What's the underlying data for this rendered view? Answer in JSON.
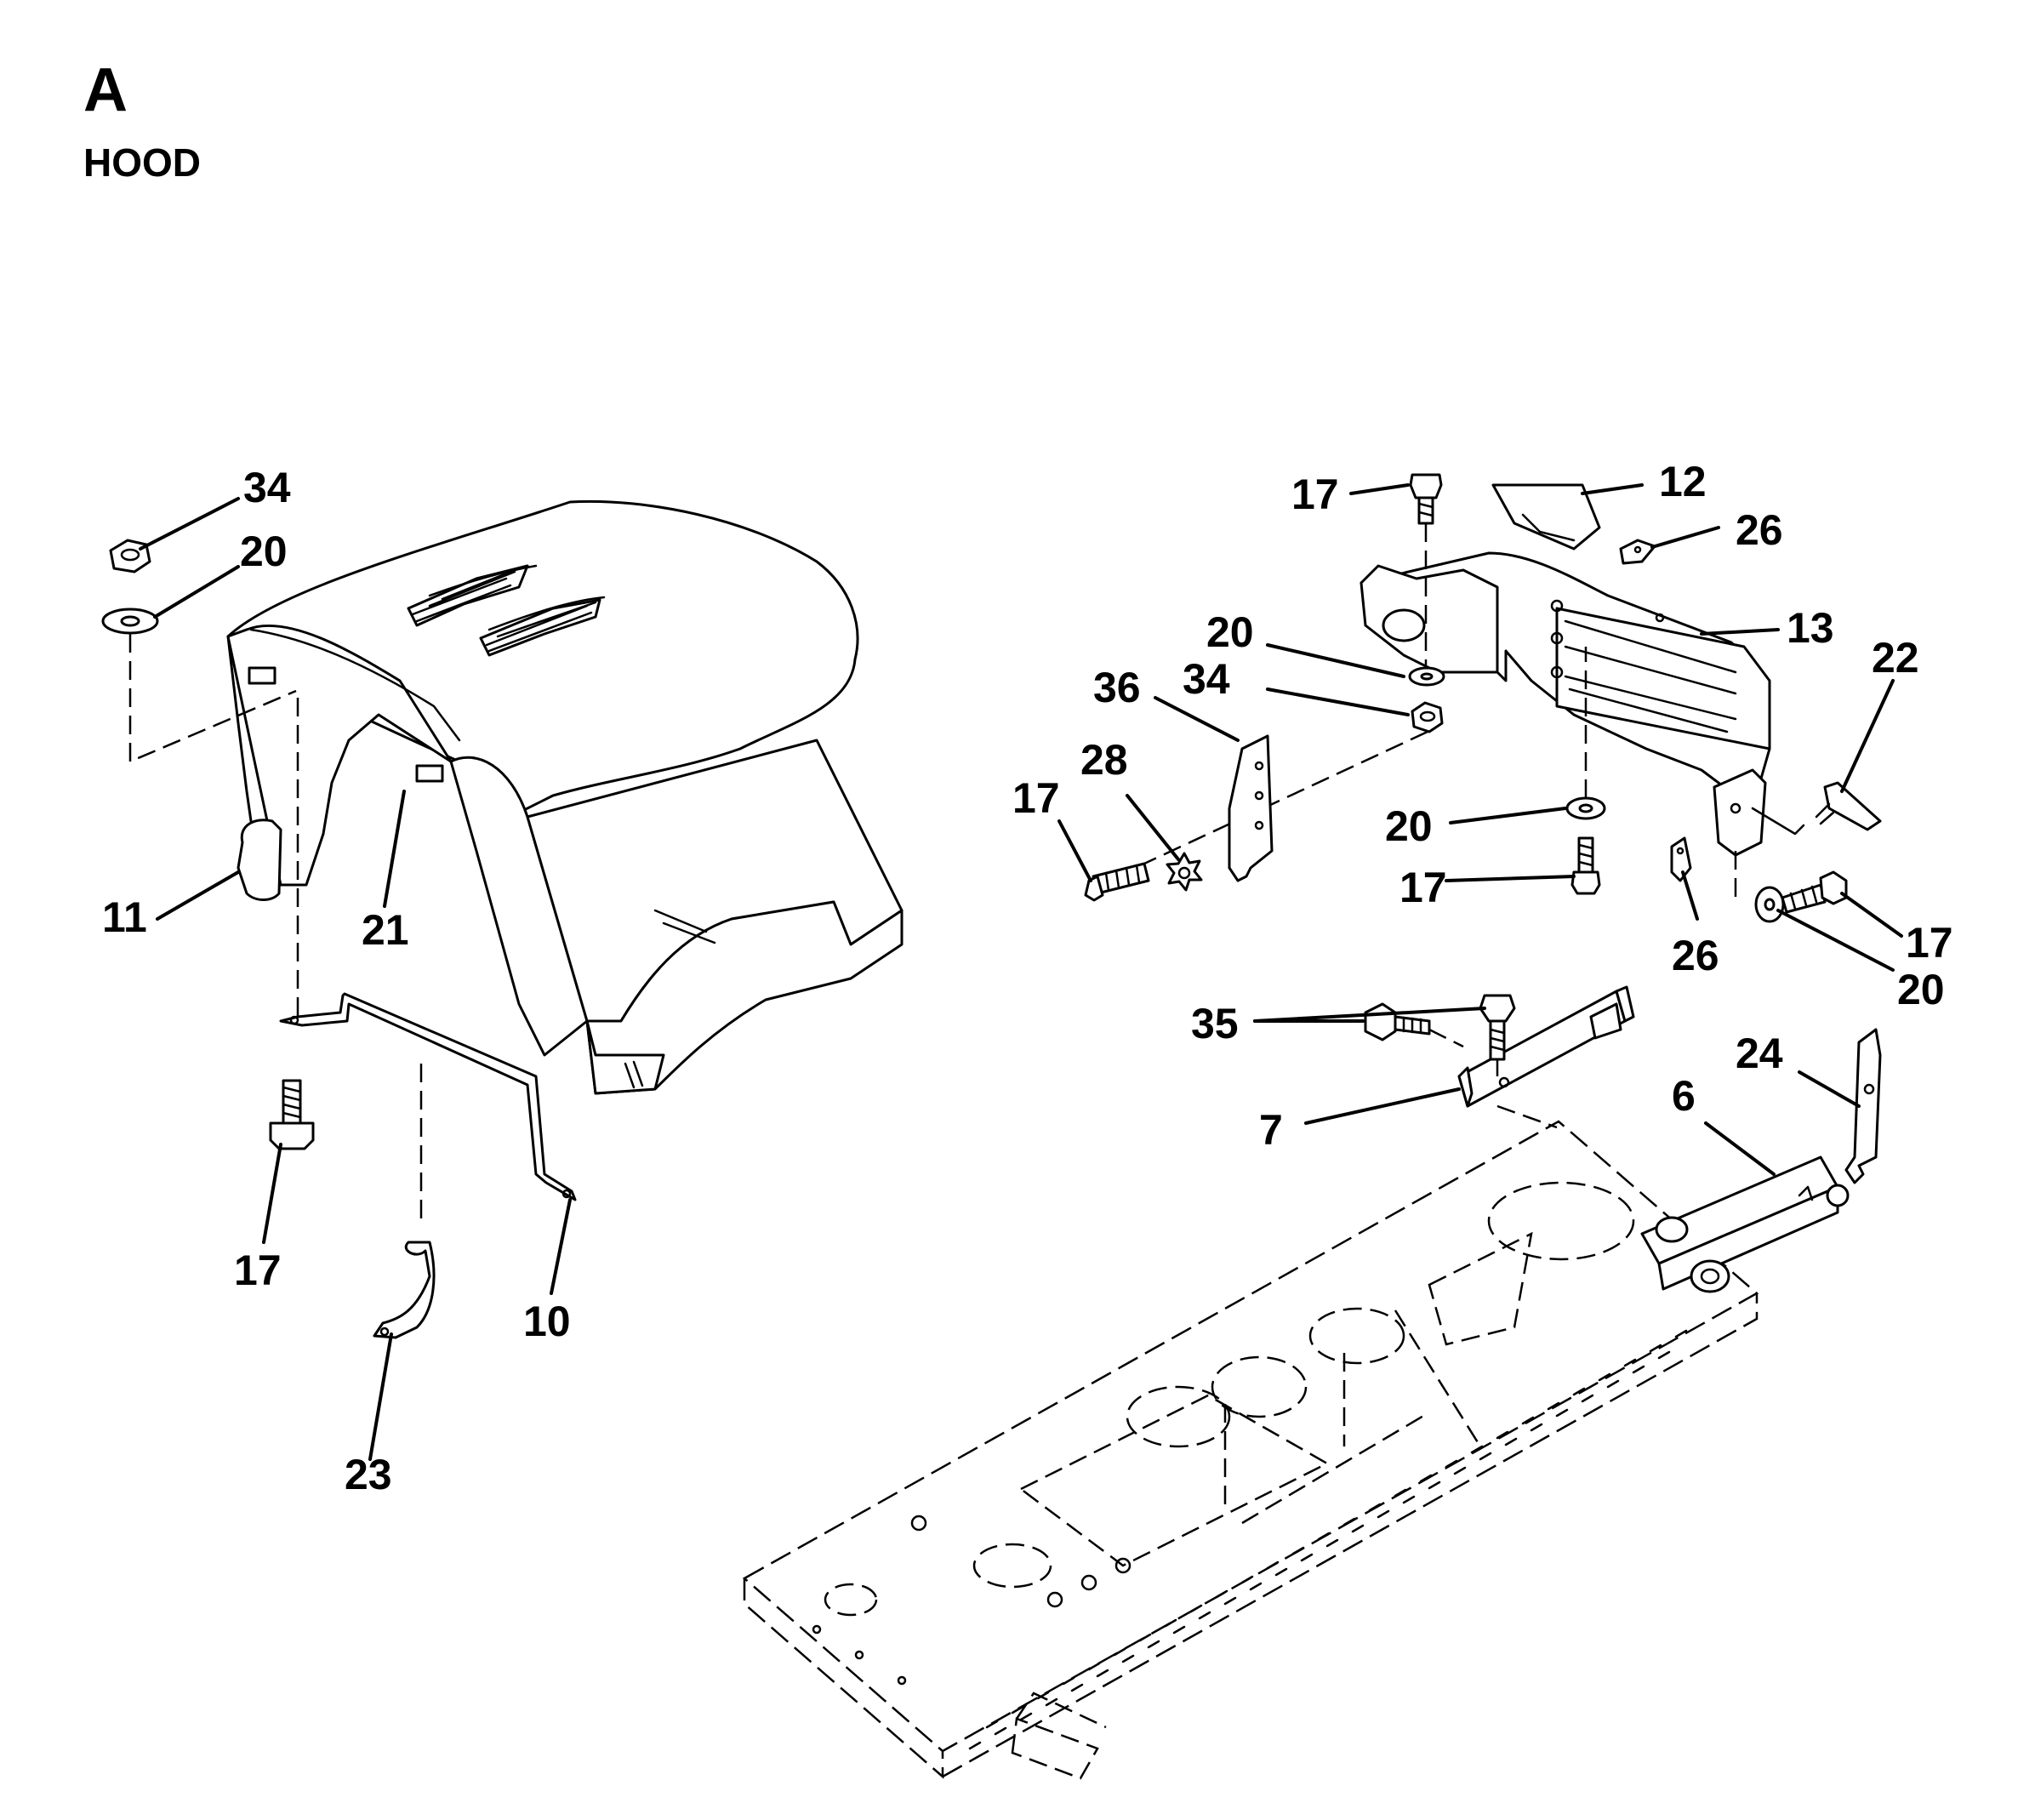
{
  "header": {
    "section_letter": "A",
    "section_title": "HOOD"
  },
  "callouts": {
    "c34a": "34",
    "c20a": "20",
    "c11": "11",
    "c21": "21",
    "c17a": "17",
    "c10": "10",
    "c23": "23",
    "c17b": "17",
    "c12": "12",
    "c26a": "26",
    "c13": "13",
    "c22": "22",
    "c20b": "20",
    "c34b": "34",
    "c36": "36",
    "c28": "28",
    "c17c": "17",
    "c20c": "20",
    "c17d": "17",
    "c26b": "26",
    "c17e": "17",
    "c20d": "20",
    "c35": "35",
    "c7": "7",
    "c6": "6",
    "c24": "24"
  }
}
